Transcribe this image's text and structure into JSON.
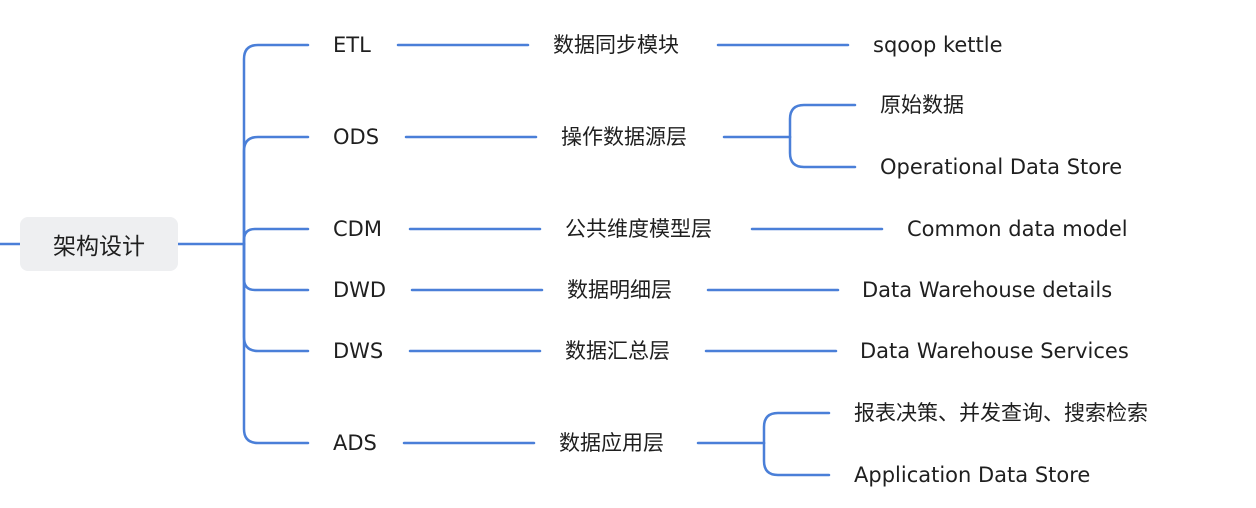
{
  "root": "架构设计",
  "branches": [
    {
      "code": "ETL",
      "label": "数据同步模块",
      "leaves": [
        "sqoop kettle"
      ]
    },
    {
      "code": "ODS",
      "label": "操作数据源层",
      "leaves": [
        "原始数据",
        "Operational Data Store"
      ]
    },
    {
      "code": "CDM",
      "label": "公共维度模型层",
      "leaves": [
        "Common data model"
      ]
    },
    {
      "code": "DWD",
      "label": "数据明细层",
      "leaves": [
        "Data Warehouse details"
      ]
    },
    {
      "code": "DWS",
      "label": "数据汇总层",
      "leaves": [
        "Data Warehouse Services"
      ]
    },
    {
      "code": "ADS",
      "label": "数据应用层",
      "leaves": [
        "报表决策、并发查询、搜索检索",
        "Application Data Store"
      ]
    }
  ],
  "colors": {
    "line": "#4a7fd8",
    "root_bg": "#eeeff1",
    "text": "#1f1f1f"
  }
}
